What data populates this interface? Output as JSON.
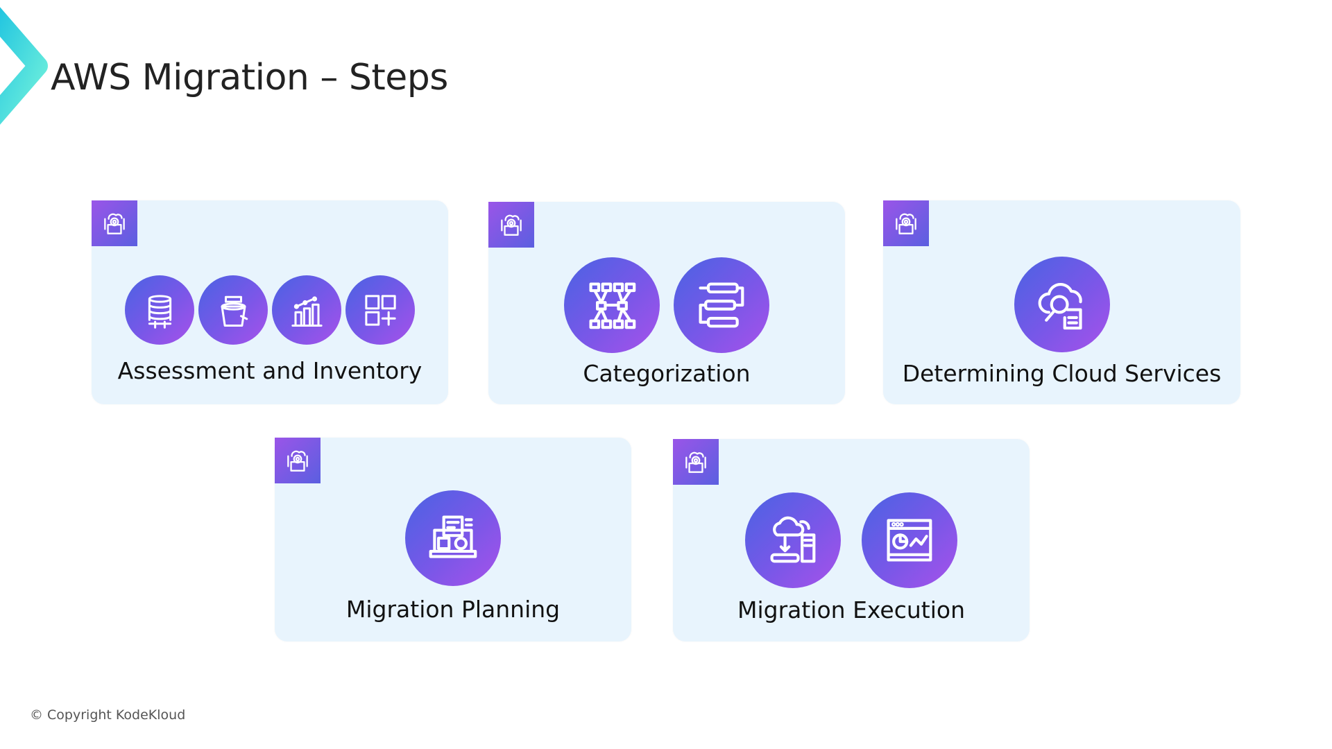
{
  "header": {
    "title": "AWS Migration – Steps"
  },
  "colors": {
    "card_bg": "#e8f4fd",
    "gradient_start": "#4a63e3",
    "gradient_end": "#a752ea",
    "logo_start": "#1ec3e0",
    "logo_end": "#6ff0dc"
  },
  "cards": [
    {
      "label": "Assessment and Inventory",
      "badge_icon": "cloud-gear-icon",
      "icons": [
        "database-icon",
        "bucket-icon",
        "bar-chart-icon",
        "add-grid-icon"
      ]
    },
    {
      "label": "Categorization",
      "badge_icon": "cloud-gear-icon",
      "icons": [
        "hierarchy-icon",
        "flow-list-icon"
      ]
    },
    {
      "label": "Determining Cloud Services",
      "badge_icon": "cloud-gear-icon",
      "icons": [
        "cloud-search-icon"
      ]
    },
    {
      "label": "Migration Planning",
      "badge_icon": "cloud-gear-icon",
      "icons": [
        "laptop-plan-icon"
      ]
    },
    {
      "label": "Migration Execution",
      "badge_icon": "cloud-gear-icon",
      "icons": [
        "cloud-server-transfer-icon",
        "dashboard-window-icon"
      ]
    }
  ],
  "footer": {
    "copyright": "© Copyright KodeKloud"
  }
}
